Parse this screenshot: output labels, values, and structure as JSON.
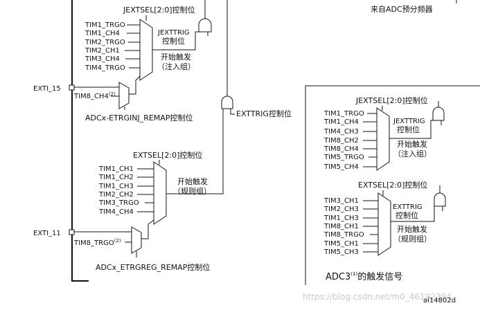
{
  "left": {
    "inj": {
      "jextsel_label": "JEXTSEL[2:0]控制位",
      "jexttrig_label_1": "JEXTTRIG",
      "jexttrig_label_2": "控制位",
      "start_trigger": "开始触发",
      "group_label": "（注入组）",
      "inputs": [
        "TIM1_TRGO",
        "TIM1_CH4",
        "TIM2_TRGO",
        "TIM2_CH1",
        "TIM3_CH4",
        "TIM4_TRGO"
      ],
      "exti_label": "EXTI_15",
      "remap_input": "TIM8_CH4",
      "remap_input_sup": "(2)",
      "remap_label": "ADCx-ETRGINJ_REMAP控制位"
    },
    "reg": {
      "extsel_label": "EXTSEL[2:0]控制位",
      "start_trigger": "开始触发",
      "group_label": "（规则组）",
      "inputs": [
        "TIM1_CH1",
        "TIM1_CH2",
        "TIM1_CH3",
        "TIM2_CH2",
        "TIM3_TRGO",
        "TIM4_CH4"
      ],
      "exti_label": "EXTI_11",
      "remap_input": "TIM8_TRGO",
      "remap_input_sup": "(2)",
      "remap_label": "ADCx_ETRGREG_REMAP控制位"
    },
    "exttrig_label": "EXTTRIG控制位"
  },
  "top_right_label": "来自ADC预分频器",
  "adc3": {
    "inj": {
      "jextsel_label": "JEXTSEL[2:0]控制位",
      "jexttrig_label_1": "JEXTTRIG",
      "jexttrig_label_2": "控制位",
      "start_trigger": "开始触发",
      "group_label": "（注入组）",
      "inputs": [
        "TIM1_TRGO",
        "TIM1_CH4",
        "TIM4_CH3",
        "TIM8_CH2",
        "TIM8_CH4",
        "TIM5_TRGO",
        "TIM5_CH4"
      ]
    },
    "reg": {
      "extsel_label": "EXTSEL[2:0]控制位",
      "exttrig_label_1": "EXTTRIG",
      "exttrig_label_2": "控制位",
      "start_trigger": "开始触发",
      "group_label": "（规则组）",
      "inputs": [
        "TIM3_CH1",
        "TIM2_CH3",
        "TIM1_CH3",
        "TIM8_CH1",
        "TIM8_TRGO",
        "TIM5_CH1",
        "TIM5_CH3"
      ]
    },
    "title": "ADC3",
    "title_sup": "(1)",
    "title_suffix": "的触发信号"
  },
  "figure_id": "ai14802d",
  "watermark": "https://blog.csdn.net/m0_46192394"
}
